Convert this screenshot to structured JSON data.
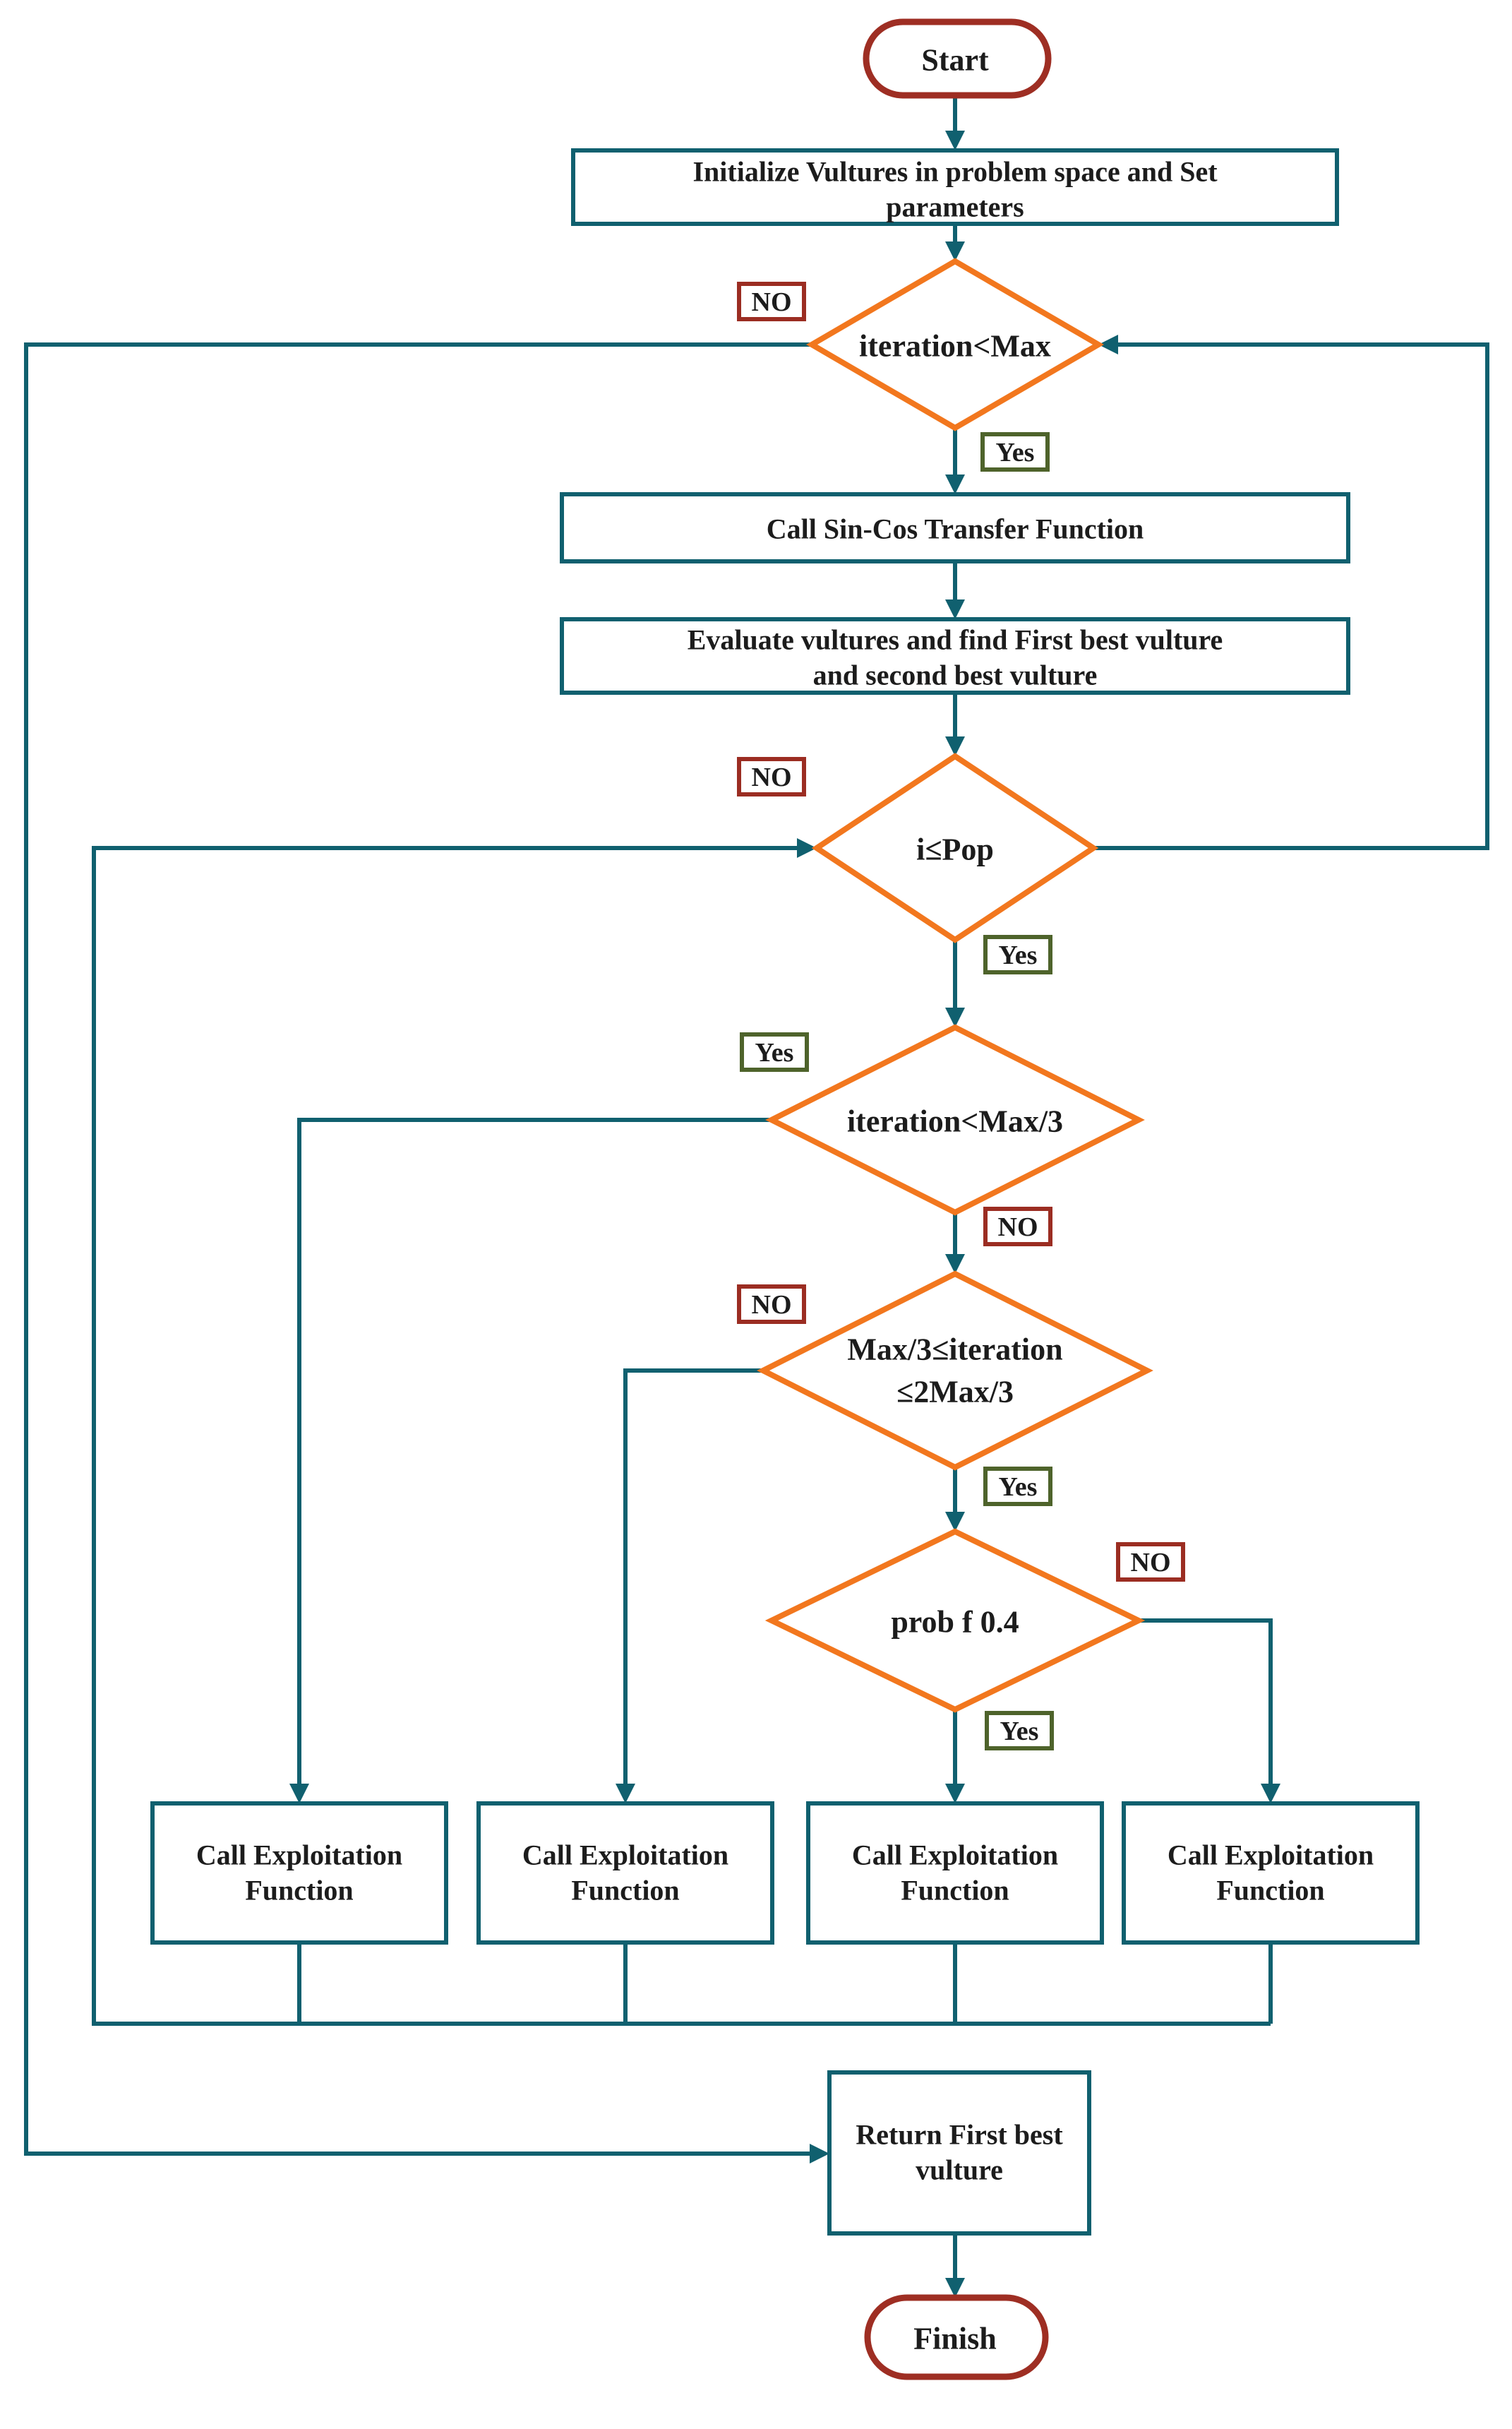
{
  "colors": {
    "line": "#10606F",
    "decision": "#F2771E",
    "terminator": "#9E2E23",
    "no": "#9B2D22",
    "yes": "#4E632B",
    "ink": "#1C1C1C",
    "bg": "#FFFFFF"
  },
  "flowchart": {
    "start": "Start",
    "initialize": [
      "Initialize Vultures in problem space and Set",
      "parameters"
    ],
    "iteration_max_check": "iteration<Max",
    "sincos": "Call Sin-Cos Transfer Function",
    "evaluate": [
      "Evaluate vultures and find First best vulture",
      "and second best vulture"
    ],
    "pop_check": "i≤Pop",
    "iteration_third_check": "iteration<Max/3",
    "iteration_middle_check": [
      "Max/3≤iteration",
      "≤2Max/3"
    ],
    "prob_check": "prob f 0.4",
    "exploitation": [
      "Call Exploitation",
      "Function"
    ],
    "return_best": [
      "Return First best",
      "vulture"
    ],
    "finish": "Finish",
    "yes": "Yes",
    "no": "NO"
  }
}
